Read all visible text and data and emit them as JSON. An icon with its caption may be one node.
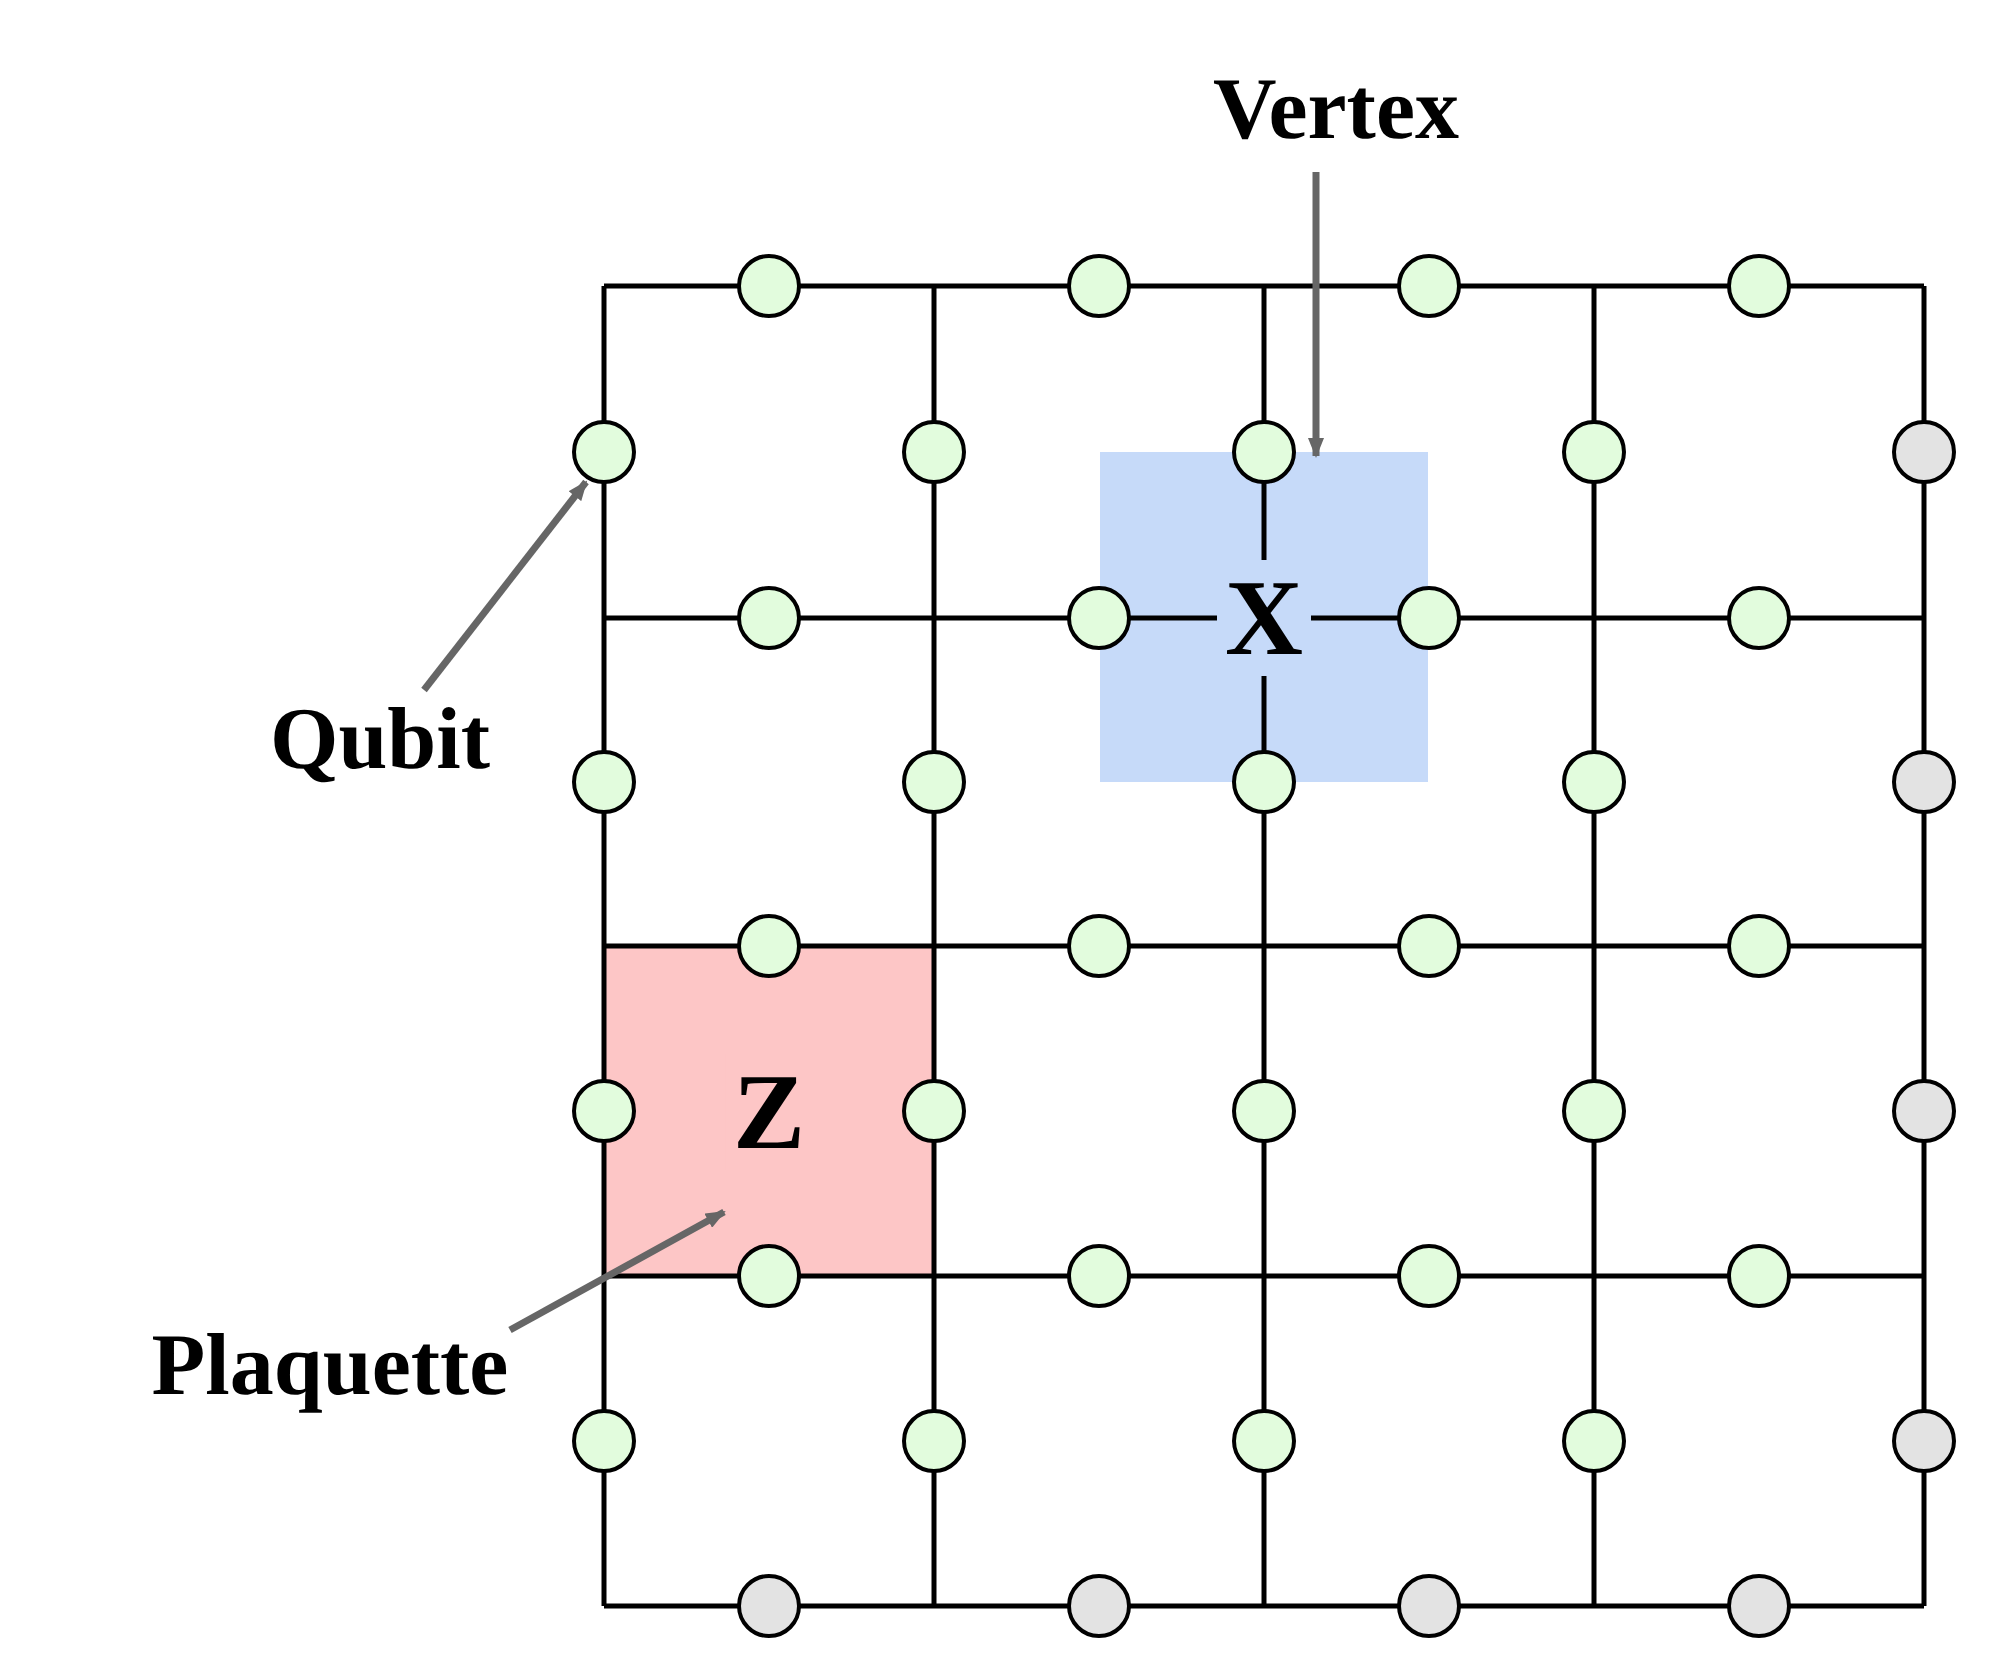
{
  "diagram": {
    "nodes": [
      {
        "text": [
          "Vertex"
        ]
      },
      {
        "text": [
          "X"
        ]
      },
      {
        "text": [
          "Qubit"
        ]
      },
      {
        "text": [],
        "shape": "circle"
      },
      {
        "text": [
          "Z"
        ]
      },
      {
        "text": [
          "Plaquette"
        ]
      }
    ],
    "edges": [
      {
        "from": 0,
        "to": 1,
        "arrow": "to"
      },
      {
        "from": 2,
        "to": 3,
        "arrow": "to"
      },
      {
        "from": 5,
        "to": 4,
        "arrow": "to"
      }
    ]
  }
}
